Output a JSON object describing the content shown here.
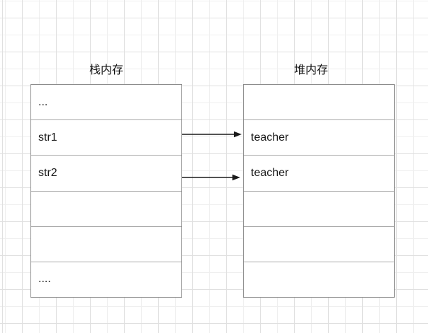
{
  "canvas": {
    "background": "#ffffff",
    "grid_minor_color": "#efefef",
    "grid_major_color": "#e0e0e0"
  },
  "stack": {
    "title": "栈内存",
    "rows": [
      "...",
      "str1",
      "str2",
      "",
      "",
      "...."
    ]
  },
  "heap": {
    "title": "堆内存",
    "rows": [
      "",
      "teacher",
      "teacher",
      "",
      "",
      ""
    ]
  },
  "arrows": [
    {
      "name": "str1-to-teacher",
      "from": "str1",
      "to": "teacher"
    },
    {
      "name": "str2-to-teacher",
      "from": "str2",
      "to": "teacher"
    }
  ],
  "colors": {
    "box_border": "#8c8c8c",
    "row_divider": "#a8a8a8",
    "text": "#1a1a1a",
    "arrow": "#1a1a1a"
  }
}
